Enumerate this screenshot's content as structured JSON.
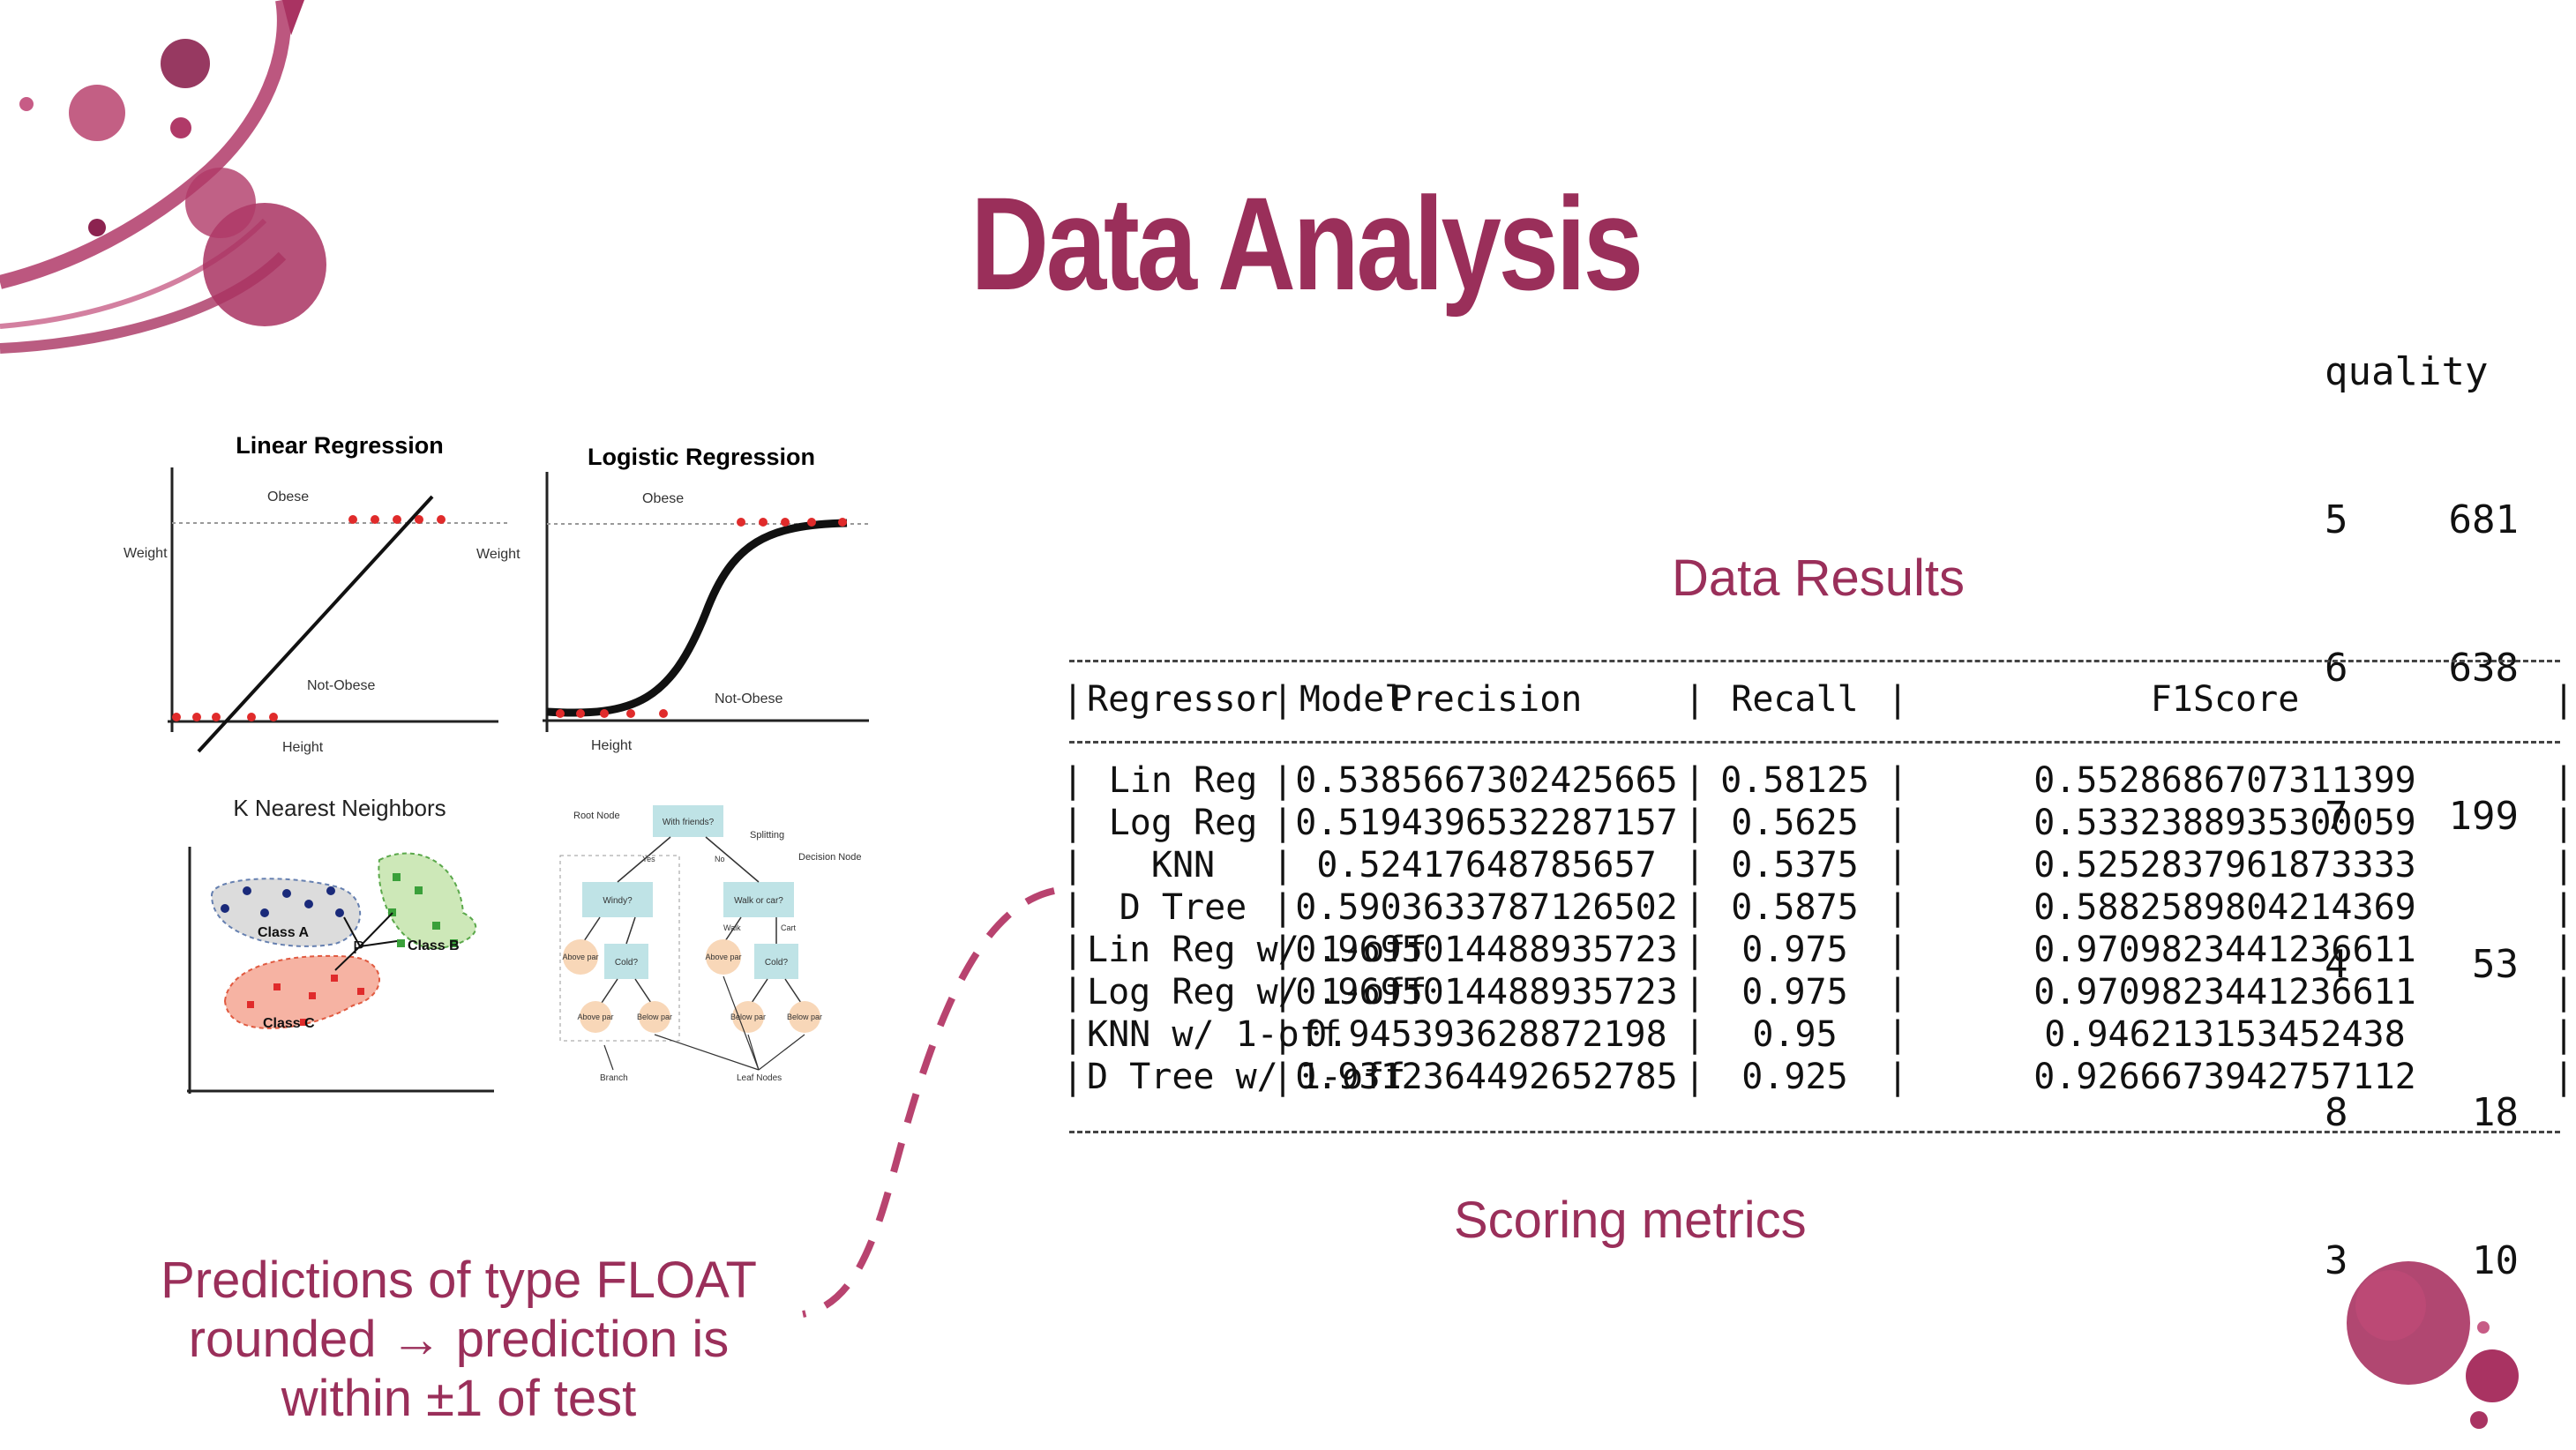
{
  "slide": {
    "title": "Data Analysis",
    "data_results_caption": "Data Results",
    "scoring_caption": "Scoring metrics",
    "note_lines": [
      "Predictions of type FLOAT",
      "rounded → prediction is",
      "within ±1 of test"
    ],
    "accent_color": "#9a2f5a"
  },
  "quality_counts": {
    "header": "quality",
    "rows": [
      {
        "k": "5",
        "v": "681"
      },
      {
        "k": "6",
        "v": "638"
      },
      {
        "k": "7",
        "v": "199"
      },
      {
        "k": "4",
        "v": "53"
      },
      {
        "k": "8",
        "v": "18"
      },
      {
        "k": "3",
        "v": "10"
      }
    ]
  },
  "metrics_table": {
    "headers": [
      "Regressor Model",
      "Precision",
      "Recall",
      "F1Score"
    ],
    "rows": [
      [
        "Lin Reg",
        "0.5385667302425665",
        "0.58125",
        "0.5528686707311399"
      ],
      [
        "Log Reg",
        "0.5194396532287157",
        "0.5625",
        "0.5332388935300059"
      ],
      [
        "KNN",
        "0.52417648785657",
        "0.5375",
        "0.5252837961873333"
      ],
      [
        "D Tree",
        "0.5903633787126502",
        "0.5875",
        "0.5882589804214369"
      ],
      [
        "Lin Reg w/ 1-off",
        "0.9695014488935723",
        "0.975",
        "0.9709823441236611"
      ],
      [
        "Log Reg w/ 1-off",
        "0.9695014488935723",
        "0.975",
        "0.9709823441236611"
      ],
      [
        "KNN w/ 1-off",
        "0.945393628872198",
        "0.95",
        "0.946213153452438"
      ],
      [
        "D Tree w/ 1-off",
        "0.9312364492652785",
        "0.925",
        "0.9266673942757112"
      ]
    ]
  },
  "illustrations": {
    "linear": {
      "title": "Linear Regression",
      "obese": "Obese",
      "not_obese": "Not-Obese",
      "ylabel": "Weight",
      "xlabel": "Height"
    },
    "logistic": {
      "title": "Logistic Regression",
      "obese": "Obese",
      "not_obese": "Not-Obese",
      "ylabel": "Weight",
      "xlabel": "Height"
    },
    "knn": {
      "title": "K Nearest Neighbors",
      "class_a": "Class A",
      "class_b": "Class B",
      "class_c": "Class C",
      "point": "P"
    },
    "tree": {
      "root": "With friends?",
      "root_node": "Root Node",
      "splitting": "Splitting",
      "decision_node": "Decision Node",
      "windy": "Windy?",
      "walk": "Walk or car?",
      "cold1": "Cold?",
      "cold2": "Cold?",
      "above": "Above par",
      "below": "Below par",
      "leaf_nodes": "Leaf Nodes",
      "branch": "Branch",
      "yes": "Yes",
      "no": "No",
      "walk_l": "Walk",
      "car_l": "Cart"
    }
  }
}
